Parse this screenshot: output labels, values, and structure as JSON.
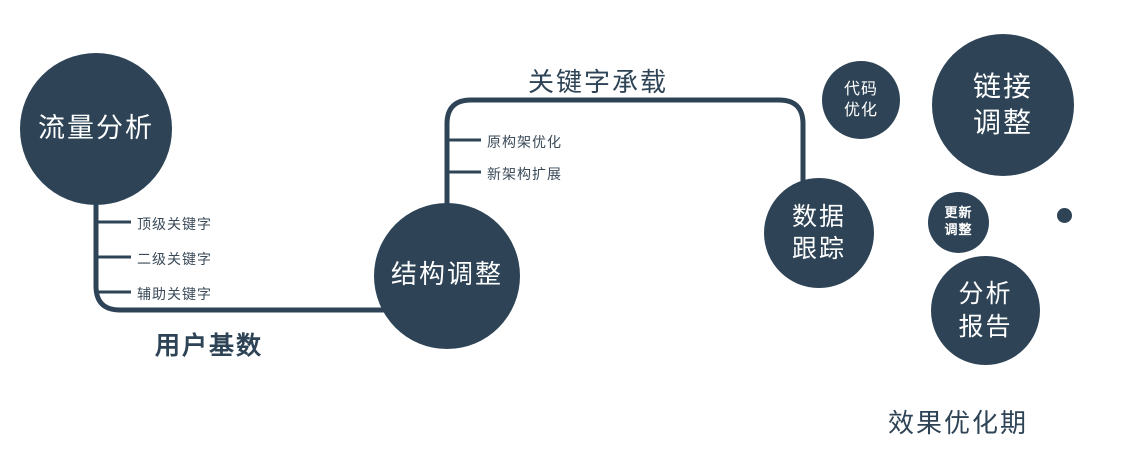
{
  "colors": {
    "primary": "#2e4456",
    "text_on_dark": "#ffffff",
    "label": "#3a4a58"
  },
  "nodes": {
    "traffic": {
      "label": "流量分析"
    },
    "structure": {
      "label": "结构调整"
    },
    "data_tracking": {
      "line1": "数据",
      "line2": "跟踪"
    },
    "code_opt": {
      "line1": "代码",
      "line2": "优化"
    },
    "link_adjust": {
      "line1": "链接",
      "line2": "调整"
    },
    "update_adjust": {
      "line1": "更新",
      "line2": "调整"
    },
    "report": {
      "line1": "分析",
      "line2": "报告"
    }
  },
  "edges": {
    "keyword_carry": "关键字承载",
    "user_base": "用户基数"
  },
  "ticks_left": [
    "顶级关键字",
    "二级关键字",
    "辅助关键字"
  ],
  "ticks_mid": [
    "原构架优化",
    "新架构扩展"
  ],
  "footer": "效果优化期"
}
